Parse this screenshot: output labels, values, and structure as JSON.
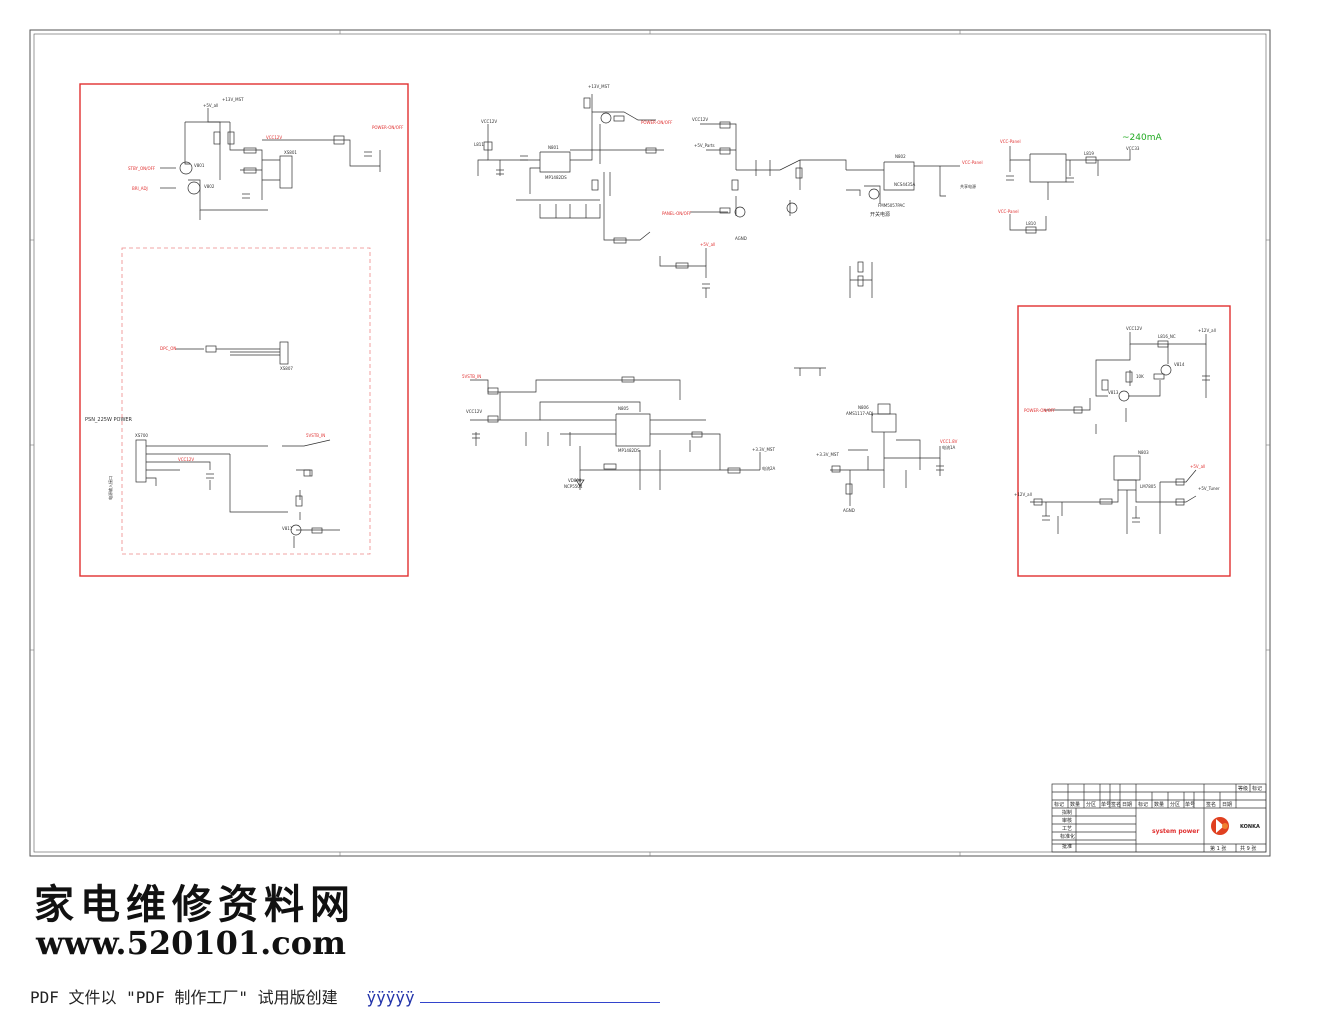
{
  "colors": {
    "block_frame": "#e03030",
    "wire": "#303030",
    "net_label": "#e03030",
    "current_note": "#22aa22",
    "brand_red": "#e04020",
    "brand_orange": "#f08030"
  },
  "icons": {
    "logo": "konka-logo-icon"
  },
  "blocks": {
    "left_block": {
      "connector_label": "PSN_225W POWER",
      "connector_ref": "XS700",
      "connector_note": "电源输入接口",
      "net_13v": "+13V_MST",
      "net_5v_all": "+5V_all",
      "net_stby": "STBY_ON/OFF",
      "net_bri": "BRI_ADJ",
      "net_vcc12": "VCC12V",
      "net_power": "POWER-ON/OFF",
      "net_dpc": "DPC_ON",
      "net_5vstb": "5VSTB_IN",
      "net_12": "VCC12V",
      "ref_xs801": "XS801",
      "ref_xs807": "XS807",
      "ref_v811": "V811",
      "ref_v801": "V801",
      "ref_v802": "V802"
    },
    "right_block": {
      "net_vcc12": "VCC12V",
      "net_12v": "+12V_all",
      "net_power": "POWER-ON/OFF",
      "net_5v": "+5V_all",
      "net_5v_tuner": "+5V_Tuner",
      "net_12v_b": "+12V_all",
      "ref_n803": "N803",
      "ref_l816": "L816_NC",
      "ref_v813": "V813",
      "ref_v814": "V814",
      "ref_lm7805": "LM7805",
      "ref_r832": "10K"
    }
  },
  "top_section": {
    "net_vcc12": "VCC12V",
    "net_13v": "+13V_MST",
    "net_power": "POWER-ON/OFF",
    "net_vcc12_b": "VCC12V",
    "net_5v_parts": "+5V_Parts",
    "net_panel_on": "PANEL-ON/OFF",
    "net_vcc_panel": "VCC-Panel",
    "net_vcc_panel_b": "VCC-Panel",
    "net_vcc_panel_c": "VCC-Panel",
    "net_vcc33": "VCC33",
    "net_5v_all": "+5V_all",
    "note_current": "~240mA",
    "note_panel": "共享电源",
    "note_ic": "开关电源",
    "ref_n801": "N801",
    "ref_n802": "N802",
    "ref_n804": "N802",
    "ref_mp": "MP1482DS",
    "ref_ncs": "NCS4435A",
    "ref_fmm": "FMM5057PAC",
    "ref_l811": "L811",
    "ref_l810": "L810",
    "ref_l819": "L819",
    "ref_agnd": "AGND"
  },
  "middle_section": {
    "net_5vstb": "5VSTB_IN",
    "net_vcc12": "VCC12V",
    "net_33v": "+3.3V_MST",
    "net_33v_b": "+3.3V_MST",
    "net_vcc18": "VCC1.8V",
    "ref_n805": "N805",
    "ref_mp2": "MP1482DS",
    "ref_n806": "N806",
    "ref_ams": "AMS1117-ADJ",
    "ref_vd800": "VD800",
    "ref_ncp": "NCP5504",
    "note_18": "电流1A",
    "note_33": "电流2A",
    "ref_agnd": "AGND"
  },
  "title_block": {
    "headers": [
      "标记",
      "数量",
      "分区",
      "单号",
      "签名",
      "日期",
      "标记",
      "数量",
      "分区",
      "单号",
      "签名",
      "日期"
    ],
    "corner_labels": [
      "等级",
      "标记"
    ],
    "rows": [
      "拟制",
      "审核",
      "工艺",
      "标准化",
      "批准"
    ],
    "title": "system power",
    "brand": "KONKA",
    "sheet_no": "第 1 张",
    "sheet_total": "共 9 张"
  },
  "footer": {
    "site_name": "家电维修资料网",
    "site_url": "www.520101.com",
    "pdf_note": "PDF 文件以 \"PDF 制作工厂\" 试用版创建",
    "pdf_link": "ÿÿÿÿÿ"
  }
}
